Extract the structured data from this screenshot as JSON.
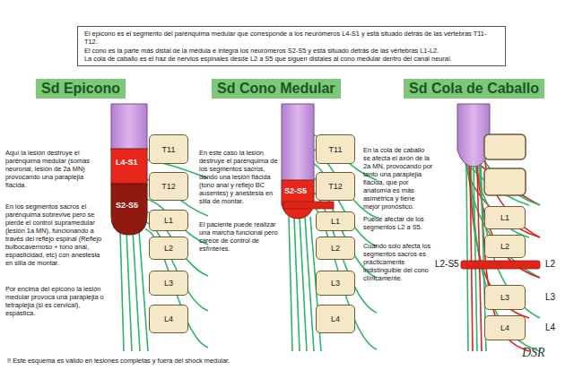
{
  "diagram": {
    "nodes": [
      {
        "text": [
          "El epicono es el segmento del parénquima medular que corresponde a los neurómeros L4-S1 y está situado detrás de las vértebras T11-T12.",
          "El cono es la parte más distal de la médula e integra los neurómeros S2-S5 y está situado detrás de las vértebras L1-L2.",
          "La cola de caballo es el haz de nervios espinales desde L2 a S5 que siguen distales al cono medular dentro del canal neural."
        ]
      },
      {
        "text": [
          "Sd Epicono"
        ]
      },
      {
        "text": [
          "T11"
        ]
      },
      {
        "text": [
          "T12"
        ]
      },
      {
        "text": [
          "L1"
        ]
      },
      {
        "text": [
          "L2"
        ]
      },
      {
        "text": [
          "L3"
        ]
      },
      {
        "text": [
          "L4"
        ]
      },
      {
        "text": [
          "Sd Cono Medular"
        ]
      },
      {
        "text": [
          "T11"
        ]
      },
      {
        "text": [
          "T12"
        ]
      },
      {
        "text": [
          "L1"
        ]
      },
      {
        "text": [
          "L2"
        ]
      },
      {
        "text": [
          "L3"
        ]
      },
      {
        "text": [
          "L4"
        ]
      },
      {
        "text": [
          "Sd Cola de Caballo"
        ]
      },
      {
        "text": [
          "L1"
        ]
      },
      {
        "text": [
          "L2"
        ]
      },
      {
        "text": [
          "L3"
        ]
      },
      {
        "text": [
          "L4"
        ]
      }
    ],
    "labels": [
      "Aquí la lesión destruye el parénquima medular (somas neuronal, lesión de 2a MN) provocando una paraplejia flácida.",
      "En los segmentos sacros el parénquima sobrevive pero se pierde el control supramedular (lesión 1a MN), funcionando a través del reflejo espinal (Reflejo bulbocavernoso + tono anal, espasticidad, etc) con anestesia en silla de montar.",
      "Por encima del epicono la lesión medular provoca una paraplejia o tetraplejia (si es cervical), espástica.",
      "L4-S1",
      "S2-S5",
      "En este caso la lesión destruye el parénquima de los segmentos sacros, dando una lesión flácida (tono anal y reflejo BC ausentes) y anestesia en silla de montar.",
      "El paciente puede realizar una marcha funcional pero carece de control de esfínteres.",
      "S2-S5",
      "En la cola de caballo se afecta el axón de la 2a MN, provocando por tanto una paraplejia flácida, que por anatomía es más asimétrica y tiene mejor pronóstico.",
      "Puede afectar de los segmentos L2 a S5.",
      "Cuando solo afecta los segmentos sacros es prácticamente indistinguible del cono clínicamente.",
      "L2-S5",
      "L2",
      "L3",
      "L4",
      "!! Este esquema es válido en lesiones completas y fuera del shock medular.",
      "DSR"
    ]
  }
}
